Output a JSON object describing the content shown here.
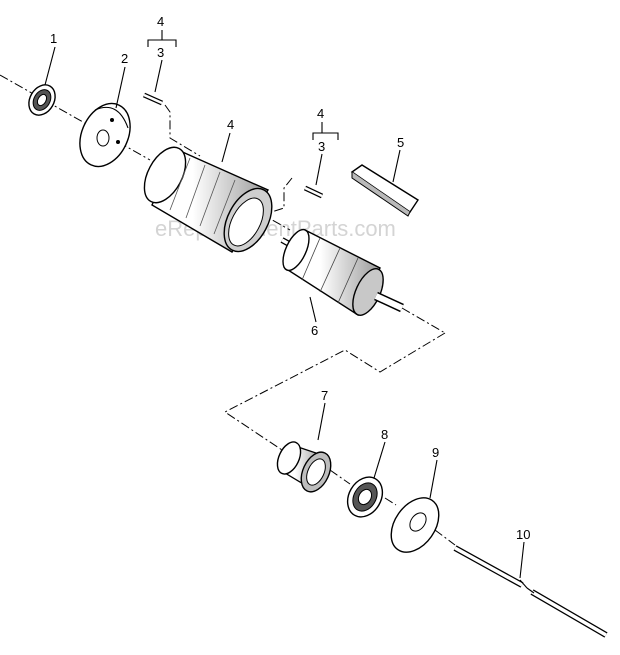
{
  "watermark": "eReplacementParts.com",
  "callouts": {
    "c1": "1",
    "c2": "2",
    "c3a_top": "4",
    "c3a_bot": "3",
    "c4": "4",
    "c3b_top": "4",
    "c3b_bot": "3",
    "c5": "5",
    "c6": "6",
    "c7": "7",
    "c8": "8",
    "c9": "9",
    "c10": "10"
  },
  "colors": {
    "line": "#000000",
    "fill": "#ffffff",
    "shade": "#8a8a8a",
    "watermark": "#d4d4d4"
  }
}
